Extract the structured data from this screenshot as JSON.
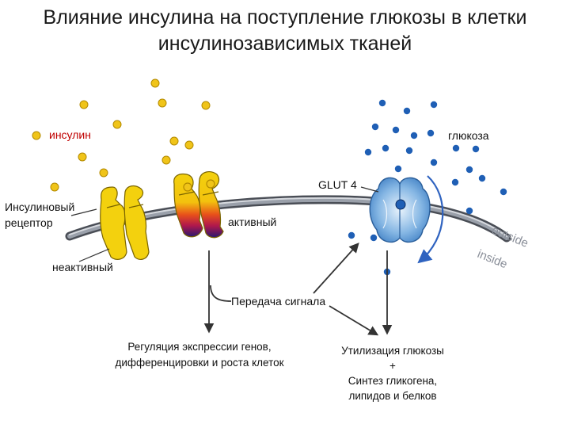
{
  "title": {
    "line1": "Влияние инсулина на поступление глюкозы в клетки",
    "line2": "инсулинозависимых тканей"
  },
  "labels": {
    "insulin": "инсулин",
    "glucose": "глюкоза",
    "glut4": "GLUT 4",
    "receptor_line1": "Инсулиновый",
    "receptor_line2": "рецептор",
    "active": "активный",
    "inactive": "неактивный",
    "outside": "outside",
    "inside": "inside",
    "signal": "Передача сигнала",
    "regulation_line1": "Регуляция экспрессии генов,",
    "regulation_line2": "дифференцировки и роста клеток",
    "utilization_line1": "Утилизация глюкозы",
    "utilization_line2": "+",
    "utilization_line3": "Синтез гликогена,",
    "utilization_line4": "липидов и белков"
  },
  "colors": {
    "insulin": "#f0c419",
    "glucose": "#1f5fb5",
    "receptor": "#f3d10e",
    "membrane": "#8a8f99",
    "glut4": "#6fa8dc",
    "arrow": "#333333",
    "insulin_label": "#c00000"
  }
}
